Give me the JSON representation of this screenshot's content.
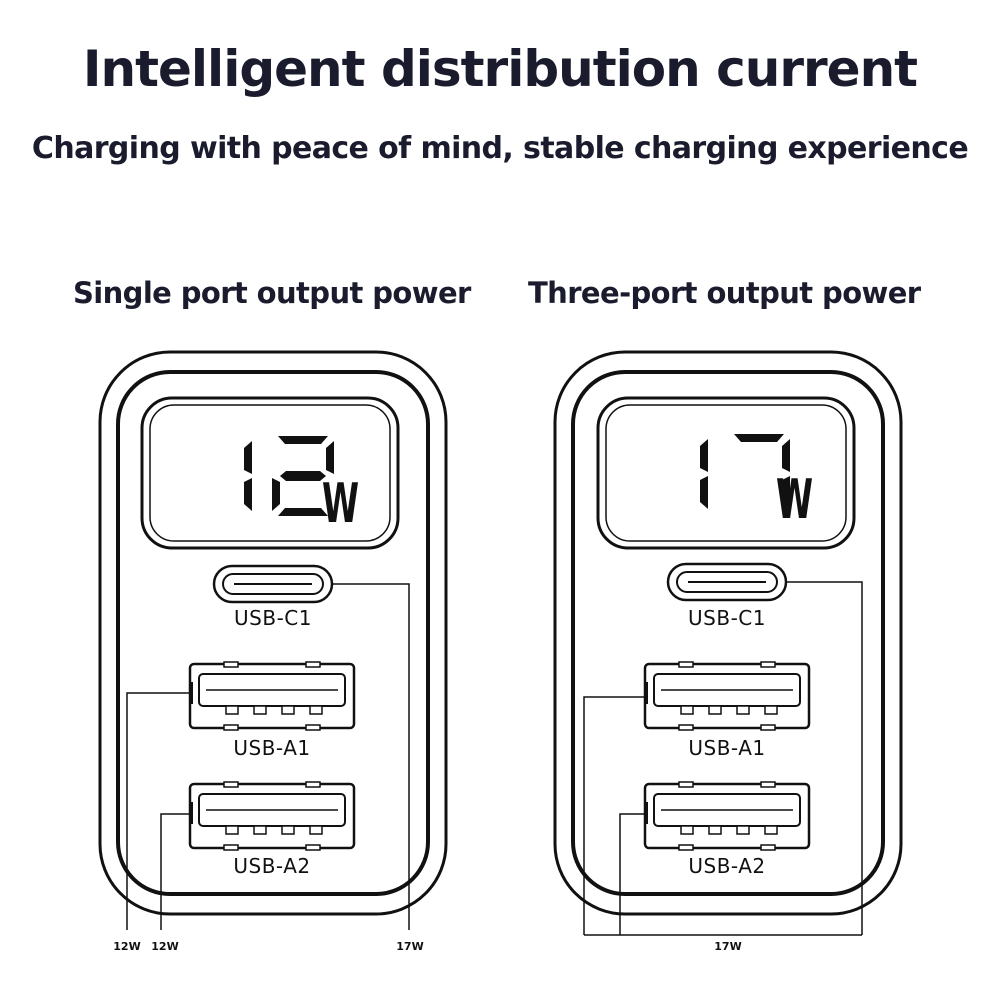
{
  "title": "Intelligent distribution current",
  "subtitle": "Charging with peace of mind, stable charging experience",
  "left": {
    "heading": "Single port output power",
    "display_value": "12",
    "display_unit": "W",
    "ports": {
      "c1": "USB-C1",
      "a1": "USB-A1",
      "a2": "USB-A2"
    },
    "watt_labels": {
      "a1": "12W",
      "a2": "12W",
      "c1": "17W"
    }
  },
  "right": {
    "heading": "Three-port output power",
    "display_value": "17",
    "display_unit": "W",
    "ports": {
      "c1": "USB-C1",
      "a1": "USB-A1",
      "a2": "USB-A2"
    },
    "watt_labels": {
      "total": "17W"
    }
  },
  "colors": {
    "text": "#1a1c2e",
    "lines": "#111111"
  }
}
